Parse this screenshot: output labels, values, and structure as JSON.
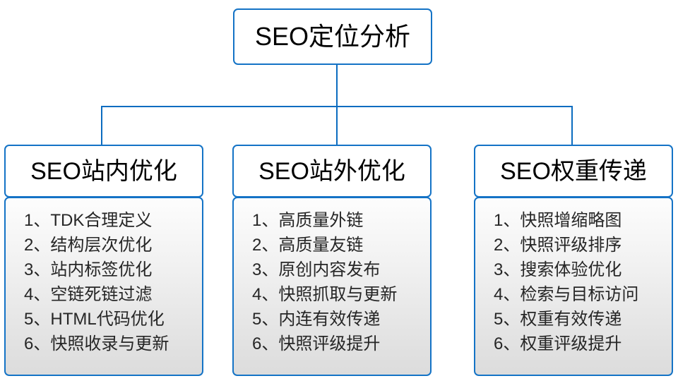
{
  "diagram": {
    "type": "org-chart",
    "root": {
      "title": "SEO定位分析"
    },
    "connector_color": "#0b6cc0",
    "border_color": "#1473c6",
    "branches": [
      {
        "header": "SEO站内优化",
        "items": [
          {
            "index": "1、",
            "label": "TDK合理定义"
          },
          {
            "index": "2、",
            "label": "结构层次优化"
          },
          {
            "index": "3、",
            "label": "站内标签优化"
          },
          {
            "index": "4、",
            "label": "空链死链过滤"
          },
          {
            "index": "5、",
            "label": "HTML代码优化"
          },
          {
            "index": "6、",
            "label": "快照收录与更新"
          }
        ]
      },
      {
        "header": "SEO站外优化",
        "items": [
          {
            "index": "1、",
            "label": "高质量外链"
          },
          {
            "index": "2、",
            "label": "高质量友链"
          },
          {
            "index": "3、",
            "label": "原创内容发布"
          },
          {
            "index": "4、",
            "label": "快照抓取与更新"
          },
          {
            "index": "5、",
            "label": "内连有效传递"
          },
          {
            "index": "6、",
            "label": "快照评级提升"
          }
        ]
      },
      {
        "header": "SEO权重传递",
        "items": [
          {
            "index": "1、",
            "label": "快照增缩略图"
          },
          {
            "index": "2、",
            "label": "快照评级排序"
          },
          {
            "index": "3、",
            "label": "搜索体验优化"
          },
          {
            "index": "4、",
            "label": "检索与目标访问"
          },
          {
            "index": "5、",
            "label": "权重有效传递"
          },
          {
            "index": "6、",
            "label": "权重评级提升"
          }
        ]
      }
    ]
  }
}
